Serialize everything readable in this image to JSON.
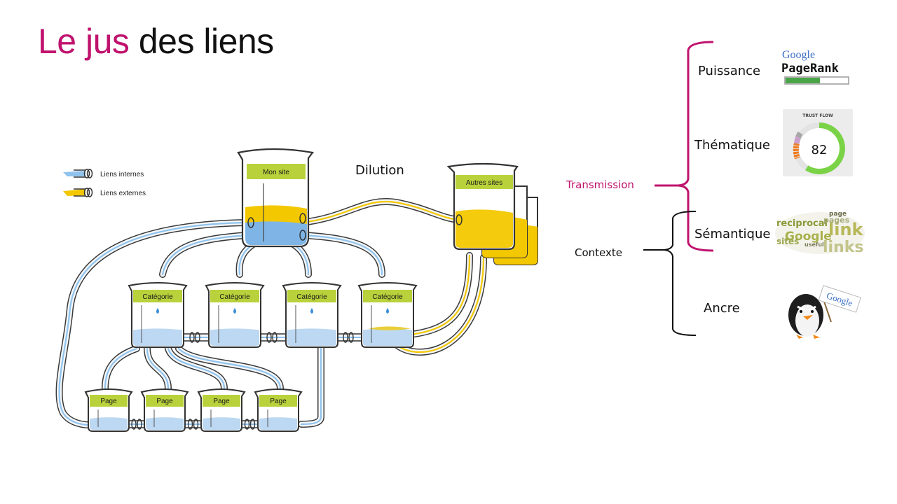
{
  "title": {
    "accent": "Le jus",
    "rest": "des liens"
  },
  "legend": {
    "internal": {
      "label": "Liens internes",
      "color": "#8fc3ee"
    },
    "external": {
      "label": "Liens externes",
      "color": "#f3c800"
    }
  },
  "diagram": {
    "main_beaker": "Mon site",
    "dilution_label": "Dilution",
    "external_beaker": "Autres sites",
    "categories": [
      "Catégorie",
      "Catégorie",
      "Catégorie",
      "Catégorie"
    ],
    "pages": [
      "Page",
      "Page",
      "Page",
      "Page"
    ],
    "colors": {
      "label_band": "#b9d23b",
      "water": "#8fc3ee",
      "juice": "#f3c800",
      "outline": "#333333"
    }
  },
  "factors": {
    "transmission": {
      "label": "Transmission",
      "color": "#c0136e"
    },
    "contexte": {
      "label": "Contexte",
      "color": "#111111"
    },
    "items": [
      {
        "label": "Puissance",
        "icon": "google-pagerank-icon"
      },
      {
        "label": "Thématique",
        "icon": "trust-flow-icon"
      },
      {
        "label": "Sémantique",
        "icon": "word-cloud-icon"
      },
      {
        "label": "Ancre",
        "icon": "google-penguin-icon"
      }
    ]
  },
  "pagerank": {
    "brand": "Google",
    "product": "PageRank",
    "fill_fraction": 0.55,
    "bar_color": "#4aa548"
  },
  "trust_flow": {
    "title": "TRUST FLOW",
    "value": "82",
    "fraction": 0.82,
    "ring_color": "#7ad346"
  },
  "word_cloud": {
    "words": [
      "reciprocal",
      "Google",
      "link",
      "links",
      "sites",
      "pages",
      "page",
      "useful"
    ]
  },
  "penguin": {
    "sign": "Google"
  }
}
